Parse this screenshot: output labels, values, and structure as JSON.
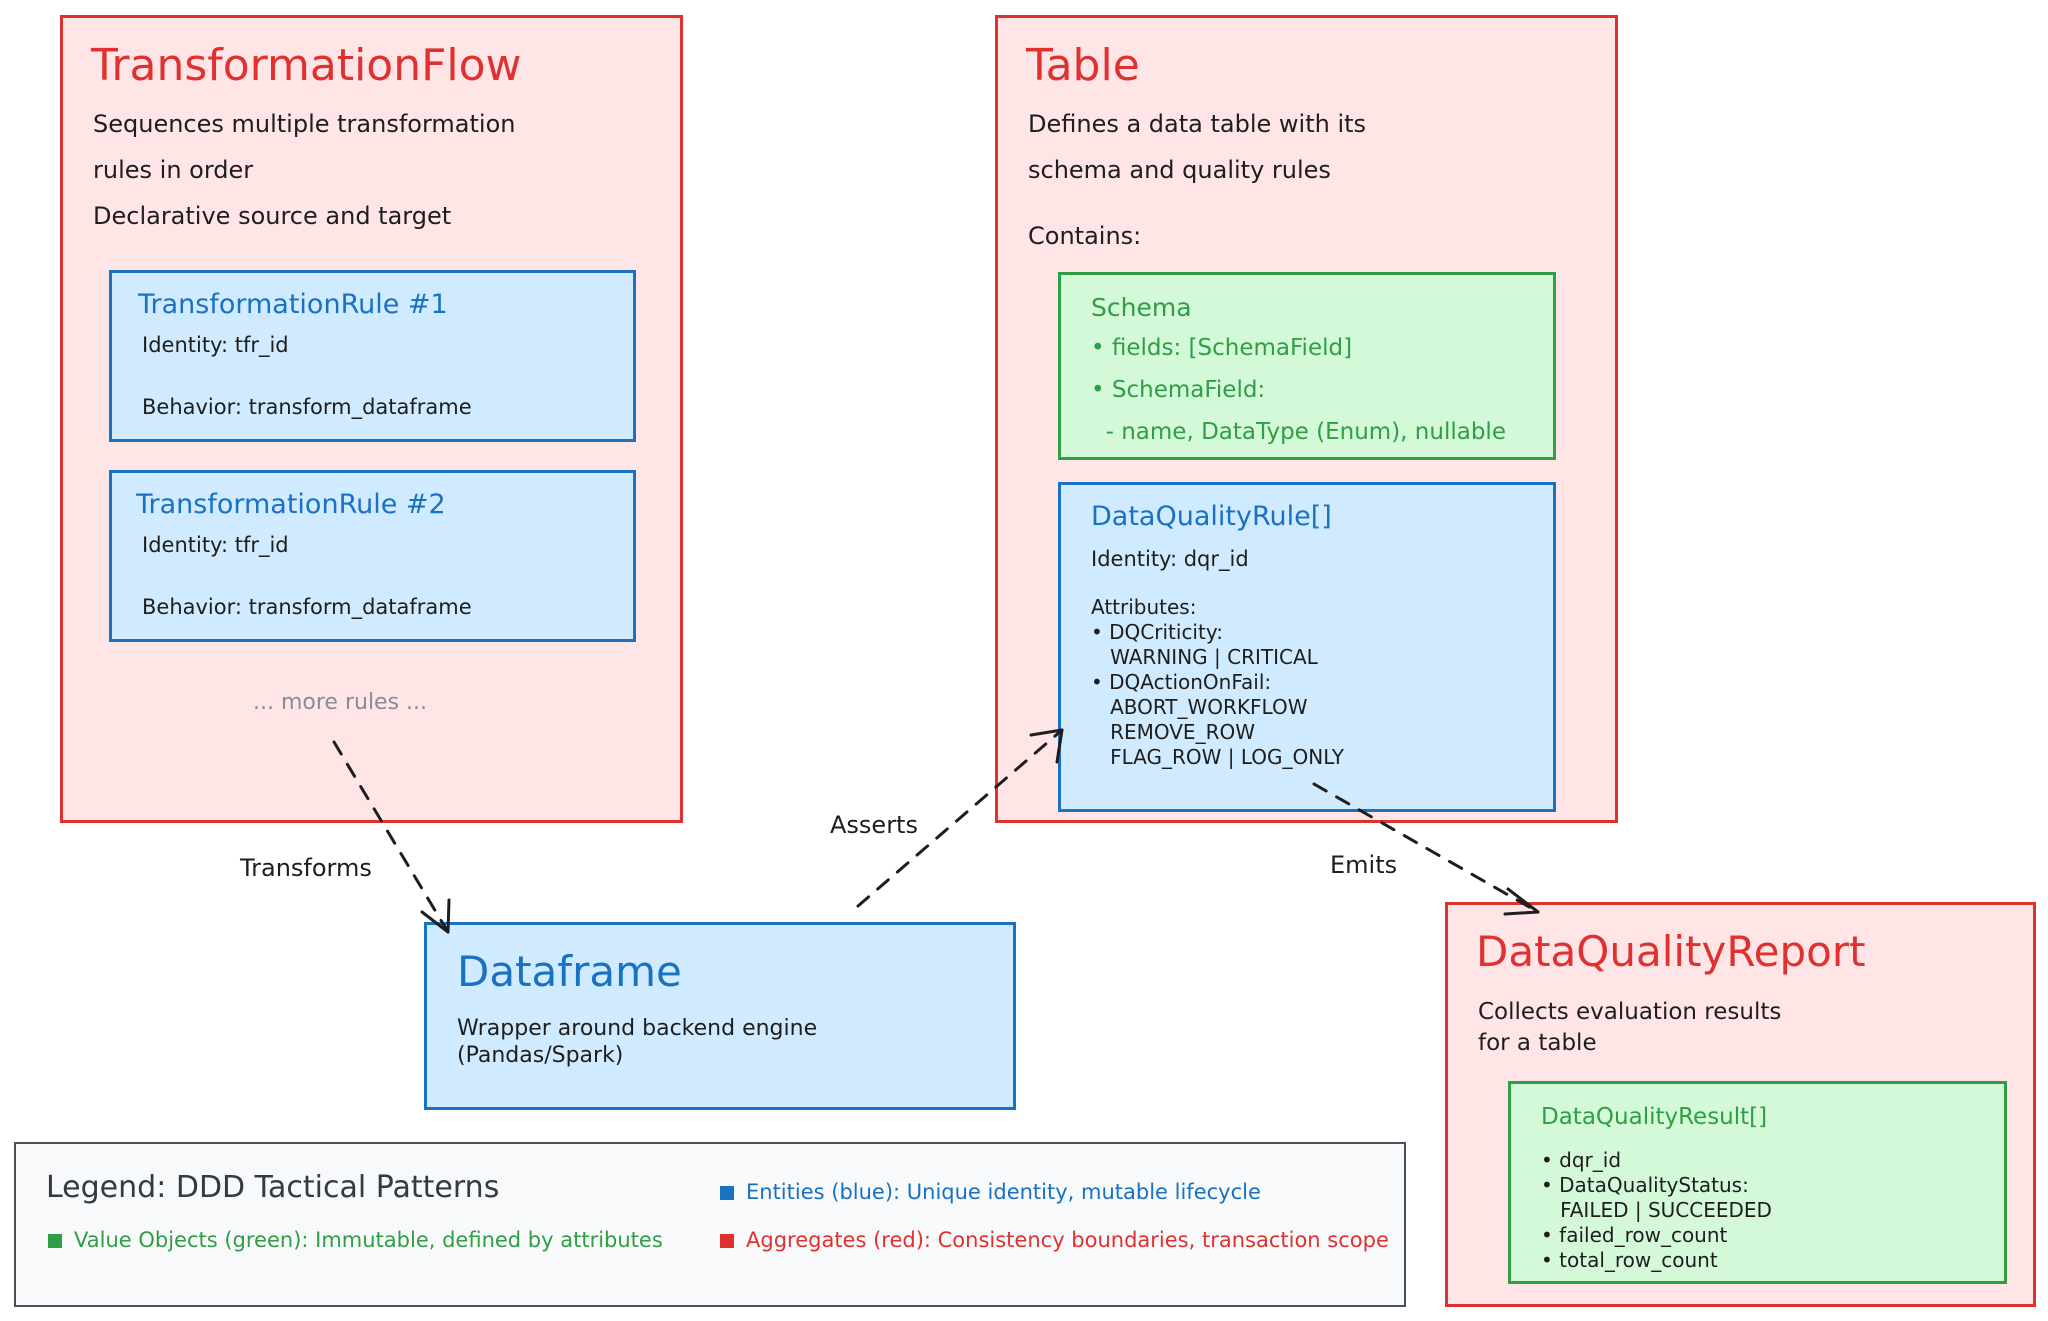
{
  "transformation_flow": {
    "title": "TransformationFlow",
    "desc_lines": [
      "Sequences multiple transformation",
      "rules in order",
      "Declarative source and target"
    ],
    "rules": [
      {
        "title": "TransformationRule #1",
        "identity": "Identity: tfr_id",
        "behavior": "Behavior: transform_dataframe"
      },
      {
        "title": "TransformationRule #2",
        "identity": "Identity: tfr_id",
        "behavior": "Behavior: transform_dataframe"
      }
    ],
    "more": "... more rules ..."
  },
  "table": {
    "title": "Table",
    "desc_lines": [
      "Defines a data table with its",
      "schema and quality rules"
    ],
    "contains": "Contains:",
    "schema": {
      "title": "Schema",
      "items": [
        "• fields: [SchemaField]",
        "• SchemaField:",
        "  - name, DataType (Enum), nullable"
      ]
    },
    "dq_rule": {
      "title": "DataQualityRule[]",
      "identity": "Identity: dqr_id",
      "attributes": "Attributes:\n• DQCriticity:\n   WARNING | CRITICAL\n• DQActionOnFail:\n   ABORT_WORKFLOW\n   REMOVE_ROW\n   FLAG_ROW | LOG_ONLY"
    }
  },
  "dataframe": {
    "title": "Dataframe",
    "desc": "Wrapper around backend engine\n(Pandas/Spark)"
  },
  "report": {
    "title": "DataQualityReport",
    "desc": "Collects evaluation results\nfor a table",
    "result": {
      "title": "DataQualityResult[]",
      "body": "• dqr_id\n• DataQualityStatus:\n   FAILED | SUCCEEDED\n• failed_row_count\n• total_row_count"
    }
  },
  "edges": {
    "transforms": "Transforms",
    "asserts": "Asserts",
    "emits": "Emits"
  },
  "legend": {
    "title": "Legend: DDD Tactical Patterns",
    "entities": "Entities (blue): Unique identity, mutable lifecycle",
    "value_objects": "Value Objects (green): Immutable, defined by attributes",
    "aggregates": "Aggregates (red): Consistency boundaries, transaction scope"
  },
  "colors": {
    "aggregate": "#e03131",
    "entity": "#1971c2",
    "value_object": "#2f9e44"
  }
}
